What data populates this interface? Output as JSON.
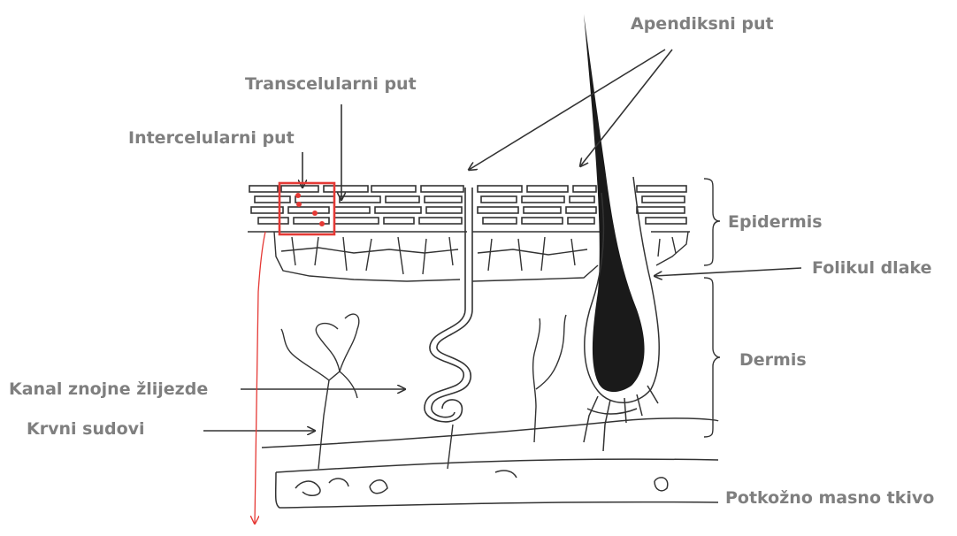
{
  "labels": {
    "apendiksni": "Apendiksni put",
    "transcelularni": "Transcelularni put",
    "intercelularni": "Intercelularni put",
    "epidermis": "Epidermis",
    "folikul": "Folikul dlake",
    "dermis": "Dermis",
    "kanal": "Kanal znojne žlijezde",
    "krvni": "Krvni sudovi",
    "potkozno": "Potkožno masno tkivo"
  },
  "colors": {
    "label_text": "#7f7f7f",
    "line": "#333333",
    "highlight": "#e53935",
    "hair": "#1a1a1a"
  }
}
